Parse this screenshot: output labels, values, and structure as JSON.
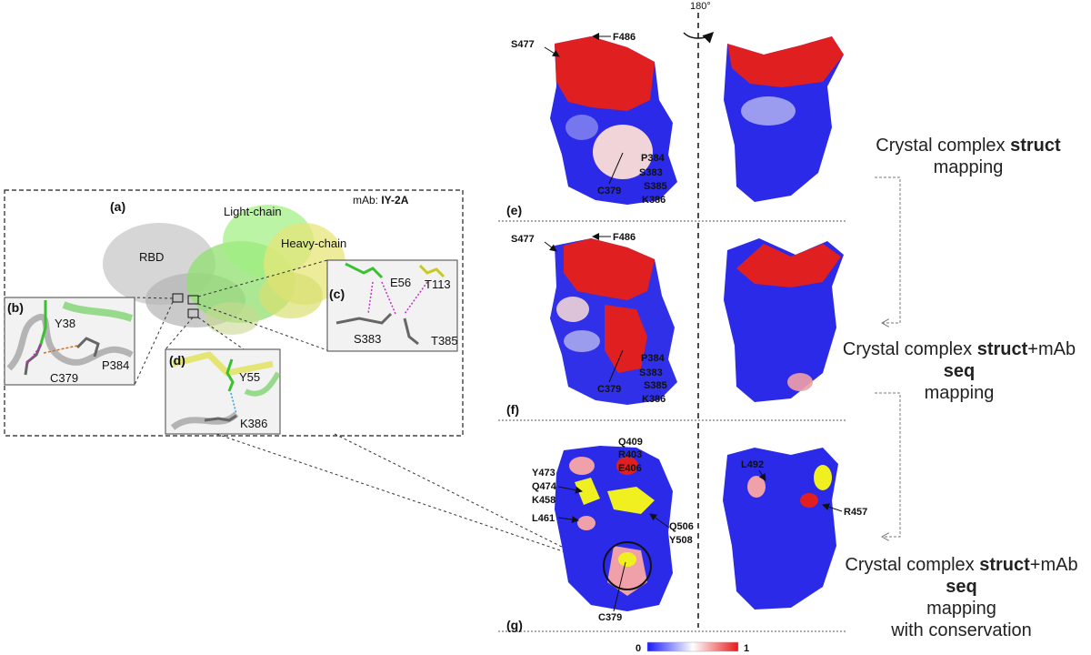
{
  "figure": {
    "rotation_label": "180°",
    "legend": {
      "min": "0",
      "max": "1",
      "colors": [
        "#1a1aff",
        "#ffffff",
        "#e61a1a"
      ]
    },
    "left_panel": {
      "panel_a": "(a)",
      "mab_prefix": "mAb: ",
      "mab_name": "IY-2A",
      "light_chain": "Light-chain",
      "heavy_chain": "Heavy-chain",
      "rbd": "RBD",
      "panel_b": {
        "tag": "(b)",
        "res1": "Y38",
        "res2": "C379",
        "res3": "P384"
      },
      "panel_c": {
        "tag": "(c)",
        "res1": "E56",
        "res2": "T113",
        "res3": "S383",
        "res4": "T385"
      },
      "panel_d": {
        "tag": "(d)",
        "res1": "Y55",
        "res2": "K386"
      }
    },
    "panel_e": {
      "tag": "(e)",
      "labels": {
        "s477": "S477",
        "f486": "F486",
        "p384": "P384",
        "s383": "S383",
        "s385": "S385",
        "k386": "K386",
        "c379": "C379"
      },
      "caption_pre": "Crystal complex ",
      "caption_bold": "struct",
      "caption_post": "mapping"
    },
    "panel_f": {
      "tag": "(f)",
      "labels": {
        "s477": "S477",
        "f486": "F486",
        "p384": "P384",
        "s383": "S383",
        "s385": "S385",
        "k386": "K386",
        "c379": "C379"
      },
      "caption_pre": "Crystal complex ",
      "caption_bold1": "struct",
      "caption_mid": "+mAb ",
      "caption_bold2": "seq",
      "caption_post": "mapping"
    },
    "panel_g": {
      "tag": "(g)",
      "labels": {
        "q409": "Q409",
        "r403": "R403",
        "e406": "E406",
        "y473": "Y473",
        "q474": "Q474",
        "k458": "K458",
        "l461": "L461",
        "q506": "Q506",
        "y508": "Y508",
        "c379": "C379",
        "l492": "L492",
        "r457": "R457"
      },
      "caption_pre": "Crystal complex ",
      "caption_bold1": "struct",
      "caption_mid": "+mAb ",
      "caption_bold2": "seq",
      "caption_line2": "mapping",
      "caption_line3": "with conservation"
    }
  }
}
